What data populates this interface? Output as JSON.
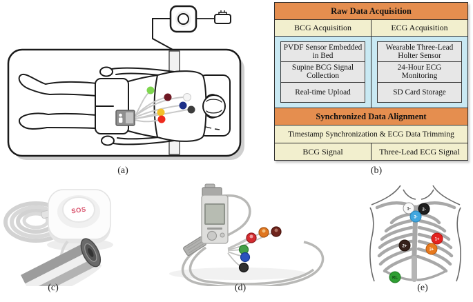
{
  "captions": {
    "a": "(a)",
    "b": "(b)",
    "c": "(c)",
    "d": "(d)",
    "e": "(e)"
  },
  "flowchart": {
    "header_top": "Raw Data Acquisition",
    "acquisition_row": {
      "left": "BCG Acquisition",
      "right": "ECG Acquisition"
    },
    "bcg_steps": [
      "PVDF Sensor Embedded in Bed",
      "Supine BCG Signal Collection",
      "Real-time Upload"
    ],
    "ecg_steps": [
      "Wearable Three-Lead Holter Sensor",
      "24-Hour ECG Monitoring",
      "SD Card Storage"
    ],
    "header_sync": "Synchronized Data Alignment",
    "sync_row": "Timestamp Synchronization & ECG Data Trimming",
    "output_row": {
      "left": "BCG Signal",
      "right": "Three-Lead ECG Signal"
    },
    "colors": {
      "header_bg": "#E58E4F",
      "cell_bg": "#F2EFCE",
      "inner_bg": "#C9E9F3",
      "step_bg": "#E7E7E7",
      "border": "#2e2e2e"
    }
  },
  "panel_a": {
    "electrodes": [
      {
        "name": "green",
        "color": "#7ed64e"
      },
      {
        "name": "maroon",
        "color": "#6e1722"
      },
      {
        "name": "white",
        "color": "#f5f5f5"
      },
      {
        "name": "navy",
        "color": "#1c2f88"
      },
      {
        "name": "black",
        "color": "#3c3c3c"
      },
      {
        "name": "yellow",
        "color": "#f2c12b"
      },
      {
        "name": "red",
        "color": "#ee2b1e"
      }
    ]
  },
  "panel_c": {
    "button_label": "SOS",
    "button_label_color": "#d9546e"
  },
  "panel_d": {
    "lead_colors": [
      "#d42b30",
      "#e0761f",
      "#6e241c",
      "#43a047",
      "#2a52be",
      "#2e2e2e"
    ]
  },
  "panel_e": {
    "electrodes": [
      {
        "label": "1-",
        "color": "#fafafa",
        "text_color": "#333333"
      },
      {
        "label": "2-",
        "color": "#1e1e1e",
        "text_color": "#ffffff"
      },
      {
        "label": "3-",
        "color": "#41a7e0",
        "text_color": "#ffffff"
      },
      {
        "label": "2+",
        "color": "#35201a",
        "text_color": "#ffffff"
      },
      {
        "label": "1+",
        "color": "#e42320",
        "text_color": "#ffffff"
      },
      {
        "label": "3+",
        "color": "#e87a1e",
        "text_color": "#ffffff"
      },
      {
        "label": "RL",
        "color": "#2f9e33",
        "text_color": "#134a16"
      }
    ]
  }
}
